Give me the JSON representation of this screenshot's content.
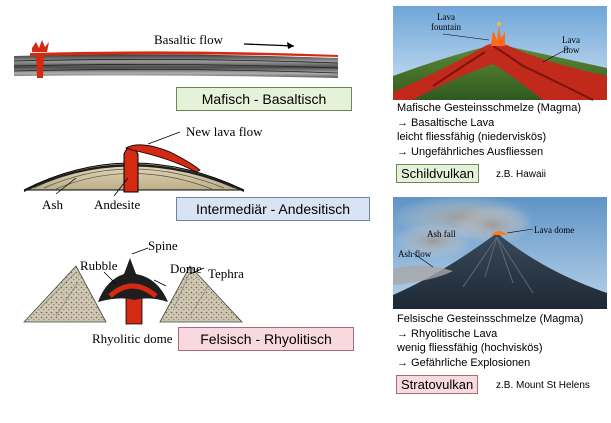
{
  "diagram1": {
    "flow_label": "Basaltic flow"
  },
  "diagram2": {
    "new_flow_label": "New lava flow",
    "ash_label": "Ash",
    "andesite_label": "Andesite"
  },
  "diagram3": {
    "spine_label": "Spine",
    "rubble_label": "Rubble",
    "dome_label": "Dome",
    "tephra_label": "Tephra",
    "rhyolitic_label": "Rhyolitic dome"
  },
  "tags": {
    "mafic": "Mafisch - Basaltisch",
    "intermediate": "Intermediär - Andesitisch",
    "felsic": "Felsisch - Rhyolitisch"
  },
  "photo1": {
    "fountain_label_1": "Lava",
    "fountain_label_2": "fountain",
    "flow_label_1": "Lava",
    "flow_label_2": "flow"
  },
  "photo2": {
    "ash_fall": "Ash fall",
    "lava_dome": "Lava dome",
    "ash_flow": "Ash flow"
  },
  "mafic_text": {
    "lines": [
      "Mafische Gesteinsschmelze (Magma)",
      "→ Basaltische Lava",
      "leicht fliessfähig (niederviskös)",
      "→ Ungefährliches Ausfliessen"
    ],
    "volcano": "Schildvulkan",
    "example": "z.B. Hawaii"
  },
  "felsic_text": {
    "lines": [
      "Felsische Gesteinsschmelze (Magma)",
      "→ Rhyolitische Lava",
      "wenig fliessfähig (hochviskös)",
      "→ Gefährliche Explosionen"
    ],
    "volcano": "Stratovulkan",
    "example": "z.B. Mount St Helens"
  },
  "colors": {
    "lava": "#d42a12",
    "green_tag": "#e6f1d9",
    "blue_tag": "#d8e4f3",
    "pink_tag": "#f8d9e0"
  }
}
